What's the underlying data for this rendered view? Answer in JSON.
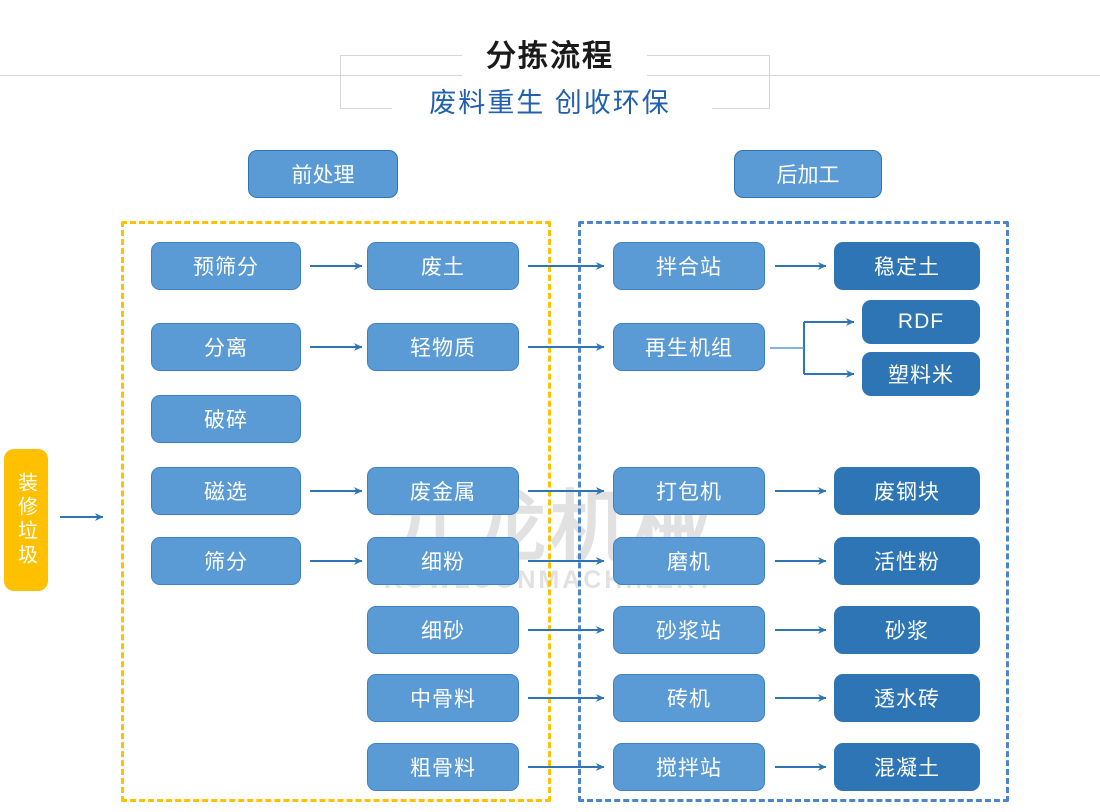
{
  "header": {
    "title": "分拣流程",
    "subtitle": "废料重生 创收环保"
  },
  "watermark": {
    "cn": "九龙机械",
    "en": "KOWLOONMACHINERY"
  },
  "sections": {
    "pre": {
      "label": "前处理",
      "zone_color": "#ffc000"
    },
    "post": {
      "label": "后加工",
      "zone_color": "#4a86c8"
    }
  },
  "colors": {
    "mid_blue": "#5b9bd5",
    "dark_blue": "#2e75b6",
    "entry_yellow": "#ffc000",
    "arrow": "#2e75b6",
    "title": "#1a1a1a",
    "subtitle": "#2260ad"
  },
  "entry": {
    "label": "装修垃圾"
  },
  "nodes": {
    "pre_process": [
      {
        "id": "pre-screen",
        "label": "预筛分"
      },
      {
        "id": "separate",
        "label": "分离"
      },
      {
        "id": "crush",
        "label": "破碎"
      },
      {
        "id": "magnetic",
        "label": "磁选"
      },
      {
        "id": "sieve",
        "label": "筛分"
      }
    ],
    "materials": [
      {
        "id": "waste-soil",
        "label": "废土"
      },
      {
        "id": "light-material",
        "label": "轻物质"
      },
      {
        "id": "waste-metal",
        "label": "废金属"
      },
      {
        "id": "fine-powder",
        "label": "细粉"
      },
      {
        "id": "fine-sand",
        "label": "细砂"
      },
      {
        "id": "medium-agg",
        "label": "中骨料"
      },
      {
        "id": "coarse-agg",
        "label": "粗骨料"
      }
    ],
    "equipment": [
      {
        "id": "mixing-station",
        "label": "拌合站"
      },
      {
        "id": "recycling-unit",
        "label": "再生机组"
      },
      {
        "id": "baler",
        "label": "打包机"
      },
      {
        "id": "grinder",
        "label": "磨机"
      },
      {
        "id": "mortar-station",
        "label": "砂浆站"
      },
      {
        "id": "brick-machine",
        "label": "砖机"
      },
      {
        "id": "concrete-station",
        "label": "搅拌站"
      }
    ],
    "products": [
      {
        "id": "stabilized-soil",
        "label": "稳定土"
      },
      {
        "id": "rdf",
        "label": "RDF"
      },
      {
        "id": "plastic-pellet",
        "label": "塑料米"
      },
      {
        "id": "scrap-steel",
        "label": "废钢块"
      },
      {
        "id": "active-powder",
        "label": "活性粉"
      },
      {
        "id": "mortar",
        "label": "砂浆"
      },
      {
        "id": "permeable-brick",
        "label": "透水砖"
      },
      {
        "id": "concrete",
        "label": "混凝土"
      }
    ]
  }
}
